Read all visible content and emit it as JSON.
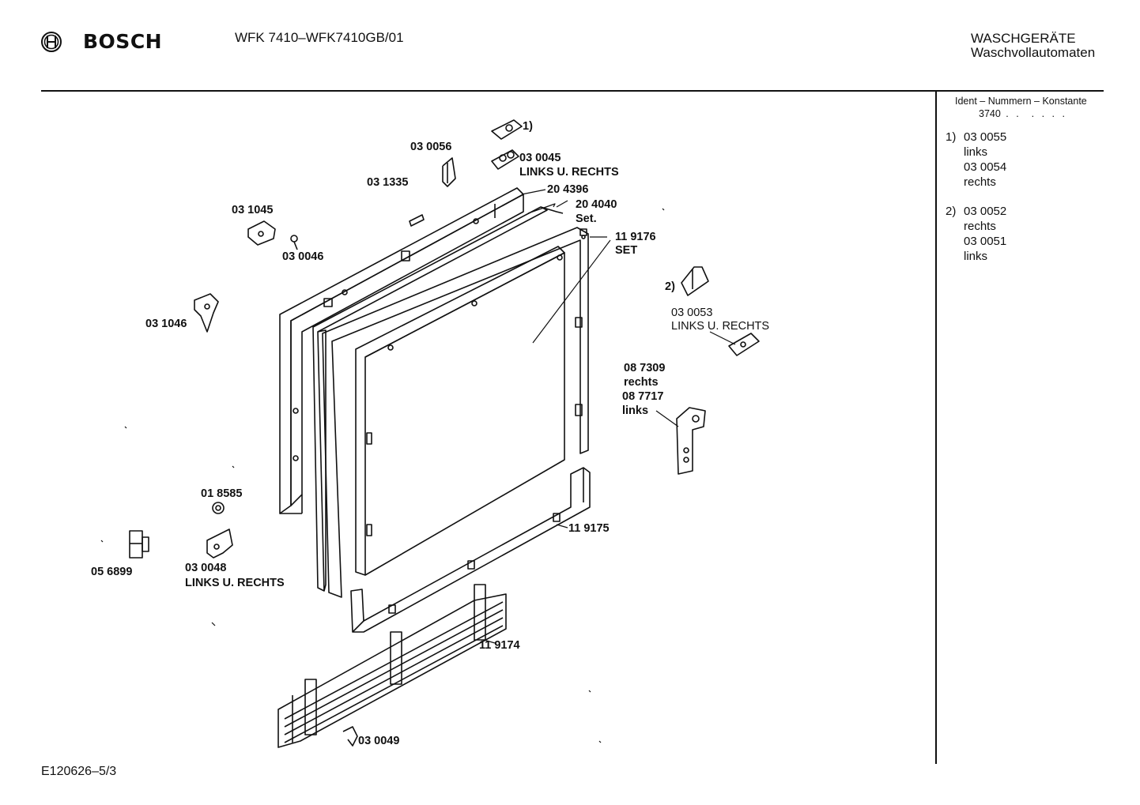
{
  "header": {
    "brand": "BOSCH",
    "model": "WFK 7410–WFK7410GB/01",
    "category_line1": "WASCHGERÄTE",
    "category_line2": "Waschvollautomaten"
  },
  "footer": {
    "code": "E120626–5/3"
  },
  "sidebar": {
    "ident_title": "Ident – Nummern – Konstante",
    "ident_value": "3740",
    "notes": [
      {
        "marker": "1)",
        "lines": [
          "03 0055",
          "links",
          "03 0054",
          "rechts"
        ]
      },
      {
        "marker": "2)",
        "lines": [
          "03 0052",
          "rechts",
          "03 0051",
          "links"
        ]
      }
    ]
  },
  "parts": {
    "p1_marker": "1)",
    "p030056": "03 0056",
    "p030045": "03 0045",
    "p030045_note": "LINKS U. RECHTS",
    "p031335": "03 1335",
    "p204396": "20 4396",
    "p031045": "03 1045",
    "p204040": "20 4040",
    "p204040_note": "Set.",
    "p030046": "03 0046",
    "p119176": "11 9176",
    "p119176_note": "SET",
    "p2_marker": "2)",
    "p030053": "03 0053",
    "p030053_note": "LINKS U. RECHTS",
    "p031046": "03 1046",
    "p087309": "08 7309",
    "p087309_note": "rechts",
    "p087717": "08 7717",
    "p087717_note": "links",
    "p018585": "01 8585",
    "p119175": "11 9175",
    "p056899": "05 6899",
    "p030048": "03 0048",
    "p030048_note": "LINKS U. RECHTS",
    "p119174": "11 9174",
    "p030049": "03 0049"
  }
}
